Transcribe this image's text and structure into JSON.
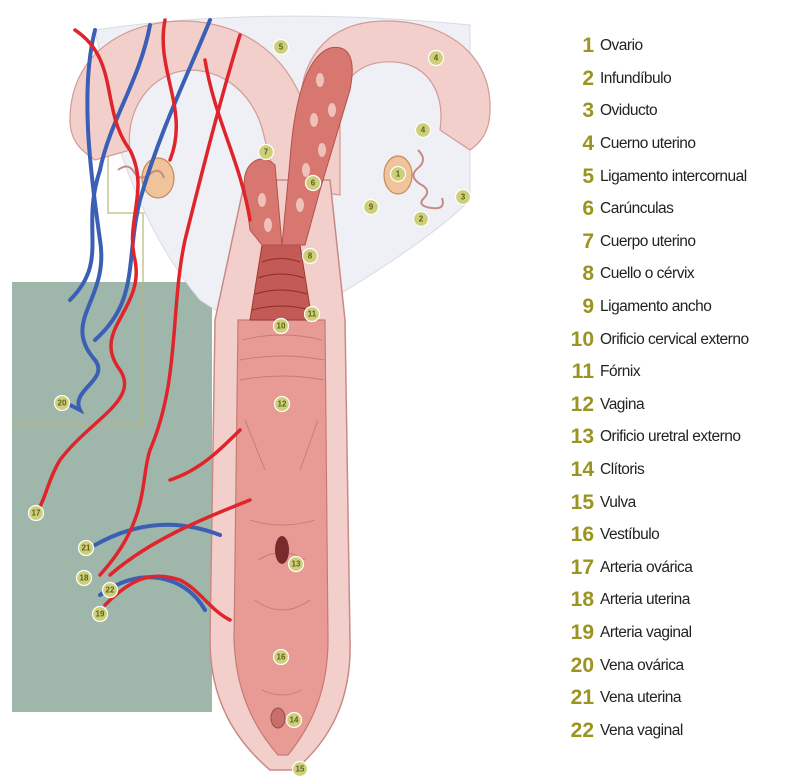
{
  "colors": {
    "number": "#9b9420",
    "label": "#222222",
    "artery": "#e0242b",
    "vein": "#3a5fb5",
    "tissue": "#e89b94",
    "tissue_light": "#f3cfcb",
    "ligament": "#eef0f6",
    "background_panel": "#9fb6aa",
    "marker": "#cdd079"
  },
  "legend": [
    {
      "num": "1",
      "label": "Ovario"
    },
    {
      "num": "2",
      "label": "Infundíbulo"
    },
    {
      "num": "3",
      "label": "Oviducto"
    },
    {
      "num": "4",
      "label": "Cuerno uterino"
    },
    {
      "num": "5",
      "label": "Ligamento intercornual"
    },
    {
      "num": "6",
      "label": "Carúnculas"
    },
    {
      "num": "7",
      "label": "Cuerpo uterino"
    },
    {
      "num": "8",
      "label": "Cuello o cérvix"
    },
    {
      "num": "9",
      "label": "Ligamento ancho"
    },
    {
      "num": "10",
      "label": "Orificio cervical externo"
    },
    {
      "num": "11",
      "label": "Fórnix"
    },
    {
      "num": "12",
      "label": "Vagina"
    },
    {
      "num": "13",
      "label": "Orificio uretral externo"
    },
    {
      "num": "14",
      "label": "Clítoris"
    },
    {
      "num": "15",
      "label": "Vulva"
    },
    {
      "num": "16",
      "label": "Vestíbulo"
    },
    {
      "num": "17",
      "label": "Arteria ovárica"
    },
    {
      "num": "18",
      "label": "Arteria uterina"
    },
    {
      "num": "19",
      "label": "Arteria vaginal"
    },
    {
      "num": "20",
      "label": "Vena ovárica"
    },
    {
      "num": "21",
      "label": "Vena uterina"
    },
    {
      "num": "22",
      "label": "Vena vaginal"
    }
  ],
  "markers": [
    "5",
    "4",
    "4",
    "7",
    "6",
    "1",
    "2",
    "3",
    "9",
    "8",
    "10",
    "11",
    "12",
    "13",
    "16",
    "14",
    "15",
    "20",
    "17",
    "21",
    "18",
    "22",
    "19"
  ]
}
